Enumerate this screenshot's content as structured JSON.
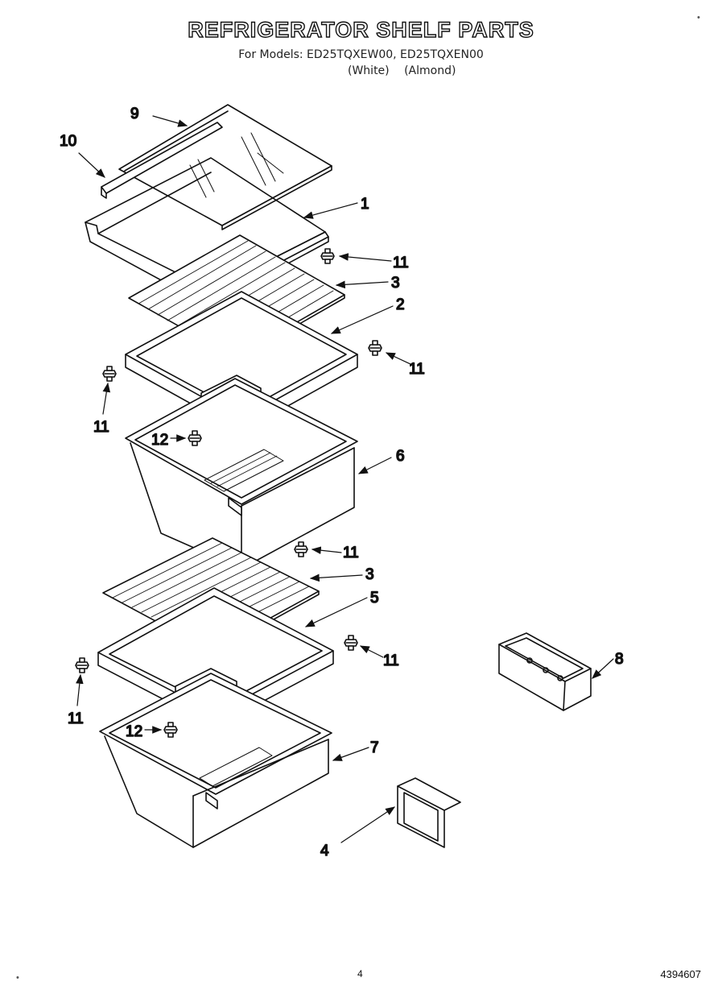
{
  "header": {
    "title": "REFRIGERATOR SHELF PARTS",
    "subtitle": "For Models: ED25TQXEW00, ED25TQXEN00",
    "color_white": "(White)",
    "color_almond": "(Almond)"
  },
  "callouts": {
    "c1": "1",
    "c2": "2",
    "c3a": "3",
    "c3b": "3",
    "c4": "4",
    "c5": "5",
    "c6": "6",
    "c7": "7",
    "c8": "8",
    "c9": "9",
    "c10": "10",
    "c11a": "11",
    "c11b": "11",
    "c11c": "11",
    "c11d": "11",
    "c11e": "11",
    "c11f": "11",
    "c12a": "12",
    "c12b": "12"
  },
  "footer": {
    "page_number": "4",
    "doc_code": "4394607"
  }
}
